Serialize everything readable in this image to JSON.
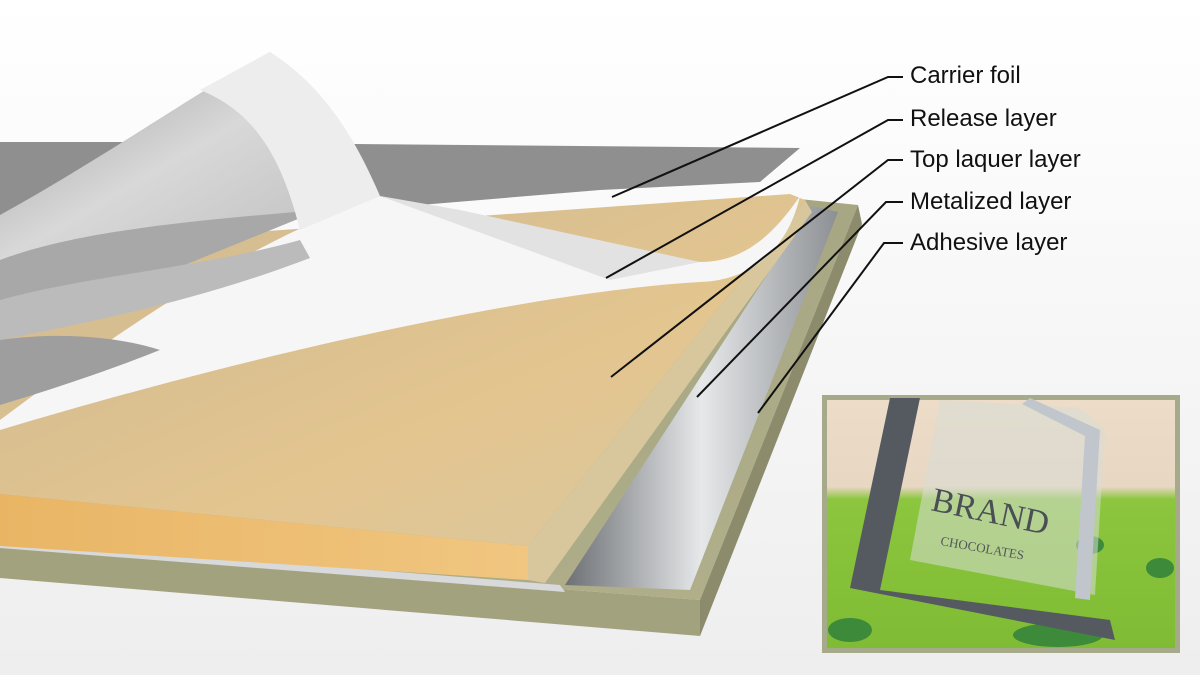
{
  "labels": [
    {
      "text": "Carrier foil"
    },
    {
      "text": "Release layer"
    },
    {
      "text": "Top laquer layer"
    },
    {
      "text": "Metalized layer"
    },
    {
      "text": "Adhesive layer"
    }
  ],
  "inset": {
    "brand_text": "BRAND",
    "subtitle_text": "CHOCOLATES"
  },
  "colors": {
    "adhesive": "#a9a883",
    "metal": "#b9bcbf",
    "laquer": "#e3c58f",
    "foil": "#f4f4f4",
    "leader": "#111111",
    "inset_border": "#a6a98a",
    "inset_green": "#8cc63e"
  }
}
